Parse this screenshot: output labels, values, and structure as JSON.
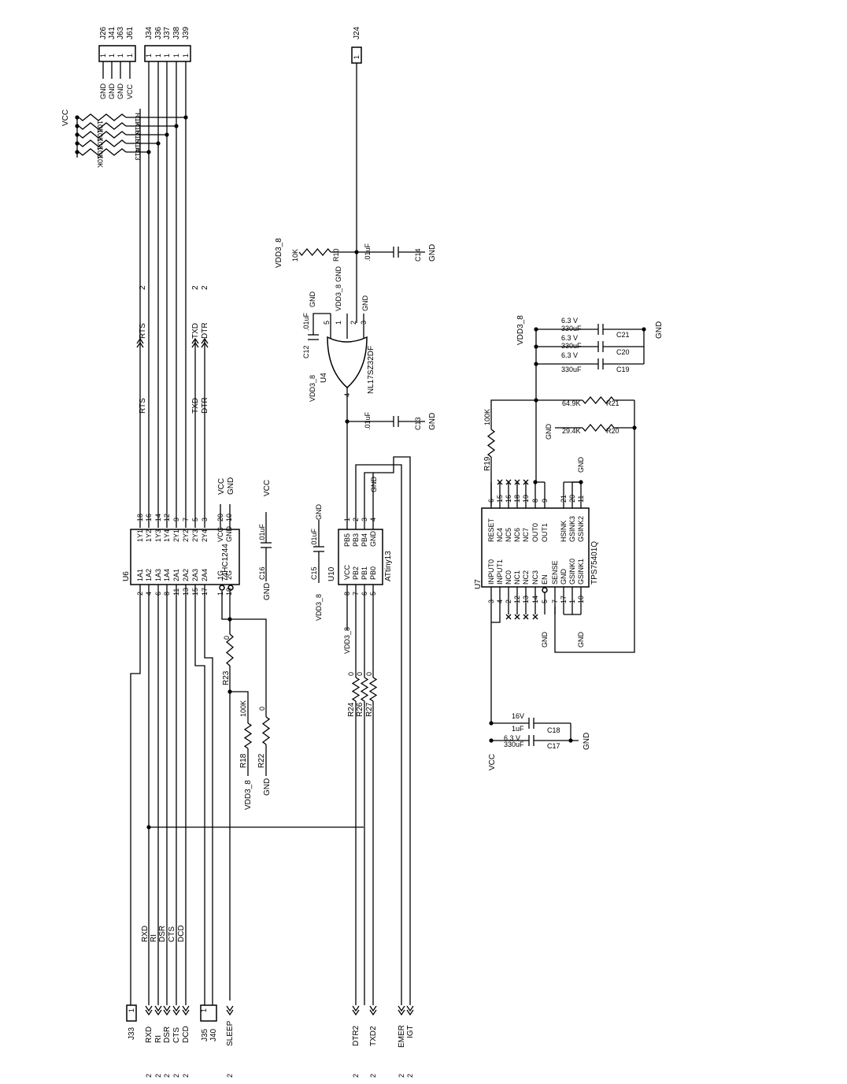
{
  "u6": {
    "ref": "U6",
    "part": "74HC1244",
    "rot": 90,
    "pins": [
      {
        "name": "1A1",
        "num": "2"
      },
      {
        "name": "1A2",
        "num": "4"
      },
      {
        "name": "1A3",
        "num": "6"
      },
      {
        "name": "1A4",
        "num": "8"
      },
      {
        "name": "2A1",
        "num": "11"
      },
      {
        "name": "2A2",
        "num": "13"
      },
      {
        "name": "2A3",
        "num": "15"
      },
      {
        "name": "2A4",
        "num": "17"
      },
      {
        "name": "1G",
        "num": "1"
      },
      {
        "name": "2G",
        "num": "19"
      },
      {
        "name": "1Y1",
        "num": "18"
      },
      {
        "name": "1Y2",
        "num": "16"
      },
      {
        "name": "1Y3",
        "num": "14"
      },
      {
        "name": "1Y4",
        "num": "12"
      },
      {
        "name": "2Y1",
        "num": "9"
      },
      {
        "name": "2Y2",
        "num": "7"
      },
      {
        "name": "2Y3",
        "num": "5"
      },
      {
        "name": "2Y4",
        "num": "3"
      },
      {
        "name": "VCC",
        "num": "20"
      },
      {
        "name": "GND",
        "num": "10"
      }
    ]
  },
  "u10": {
    "ref": "U10",
    "part": "ATtiny13",
    "pins": [
      {
        "name": "VCC",
        "num": "8"
      },
      {
        "name": "PB2",
        "num": "7"
      },
      {
        "name": "PB1",
        "num": "6"
      },
      {
        "name": "PB0",
        "num": "5"
      },
      {
        "name": "PB5",
        "num": "1"
      },
      {
        "name": "PB3",
        "num": "2"
      },
      {
        "name": "PB4",
        "num": "3"
      },
      {
        "name": "GND",
        "num": "4"
      }
    ]
  },
  "u7": {
    "ref": "U7",
    "part": "TPS75401Q",
    "pins": [
      {
        "name": "INPUT0",
        "num": "3"
      },
      {
        "name": "INPUT1",
        "num": "4"
      },
      {
        "name": "NC0",
        "num": "2"
      },
      {
        "name": "NC1",
        "num": "12"
      },
      {
        "name": "NC2",
        "num": "13"
      },
      {
        "name": "NC3",
        "num": "14"
      },
      {
        "name": "EN",
        "num": "5"
      },
      {
        "name": "SENSE",
        "num": "7"
      },
      {
        "name": "GND",
        "num": "17"
      },
      {
        "name": "GSINK0",
        "num": "1"
      },
      {
        "name": "GSINK1",
        "num": "10"
      },
      {
        "name": "RESET",
        "num": "6"
      },
      {
        "name": "NC4",
        "num": "15"
      },
      {
        "name": "NC5",
        "num": "16"
      },
      {
        "name": "NC6",
        "num": "18"
      },
      {
        "name": "NC7",
        "num": "19"
      },
      {
        "name": "OUT0",
        "num": "8"
      },
      {
        "name": "OUT1",
        "num": "9"
      },
      {
        "name": "HSINK",
        "num": "21"
      },
      {
        "name": "GSINK3",
        "num": "20"
      },
      {
        "name": "GSINK2",
        "num": "11"
      }
    ]
  },
  "u4": {
    "ref": "U4",
    "part": "NL17SZ32DF",
    "pins": [
      "5",
      "1",
      "2",
      "3",
      "4"
    ]
  },
  "top_headers": {
    "left": [
      "J26",
      "J41",
      "J63",
      "J61"
    ],
    "right": [
      "J34",
      "J36",
      "J37",
      "J38",
      "J39"
    ],
    "pin": "1",
    "j24": "J24"
  },
  "header_nets": [
    "GND",
    "GND",
    "GND",
    "VCC"
  ],
  "pullups": {
    "vcc": "VCC",
    "values": [
      "10K",
      "10K",
      "10K",
      "10K",
      "10K"
    ],
    "refs": [
      "R17",
      "R16",
      "R15",
      "R14",
      "R13"
    ]
  },
  "nets": {
    "rts": "RTS",
    "txd": "TXD",
    "dtr": "DTR",
    "rts_page": "2",
    "txd_page": "2",
    "dtr_page": "2",
    "vcc": "VCC",
    "gnd": "GND",
    "vdd": "VDD3_8"
  },
  "bottom_ports": {
    "j33": "J33",
    "j35": "J35",
    "j40": "J40",
    "signals": [
      "RXD",
      "RI",
      "DSR",
      "CTS",
      "DCD"
    ],
    "sleep": "SLEEP",
    "dtr2": "DTR2",
    "txd2": "TXD2",
    "emer": "EMER",
    "igt": "IGT",
    "page": "2"
  },
  "resistors": {
    "r10": {
      "ref": "R10",
      "val": "10K"
    },
    "r23": {
      "ref": "R23",
      "val": "0"
    },
    "r18": {
      "ref": "R18",
      "val": "100K"
    },
    "r22": {
      "ref": "R22",
      "val": "0"
    },
    "r24": {
      "ref": "R24",
      "val": "0"
    },
    "r26": {
      "ref": "R26",
      "val": "0"
    },
    "r27": {
      "ref": "R27",
      "val": "0"
    },
    "r19": {
      "ref": "R19",
      "val": "100K"
    },
    "r21": {
      "ref": "R21",
      "val": "64.9K"
    },
    "r20": {
      "ref": "R20",
      "val": "29.4K"
    }
  },
  "caps": {
    "c14": {
      "ref": "C14",
      "val": ".01uF"
    },
    "c13": {
      "ref": "C13",
      "val": ".01uF"
    },
    "c12": {
      "ref": "C12",
      "val": ".01uF"
    },
    "c15": {
      "ref": "C15",
      "val": ".01uF"
    },
    "c16": {
      "ref": "C16",
      "val": ".01uF"
    },
    "c21": {
      "ref": "C21",
      "val": "330uF",
      "v": "6.3 V"
    },
    "c20": {
      "ref": "C20",
      "val": "330uF",
      "v": "6.3 V"
    },
    "c19": {
      "ref": "C19",
      "val": "330uF",
      "v": "6.3 V"
    },
    "c18": {
      "ref": "C18",
      "val": "1uF",
      "v": "16V"
    },
    "c17": {
      "ref": "C17",
      "val": "330uF",
      "v": "6.3 V"
    }
  }
}
